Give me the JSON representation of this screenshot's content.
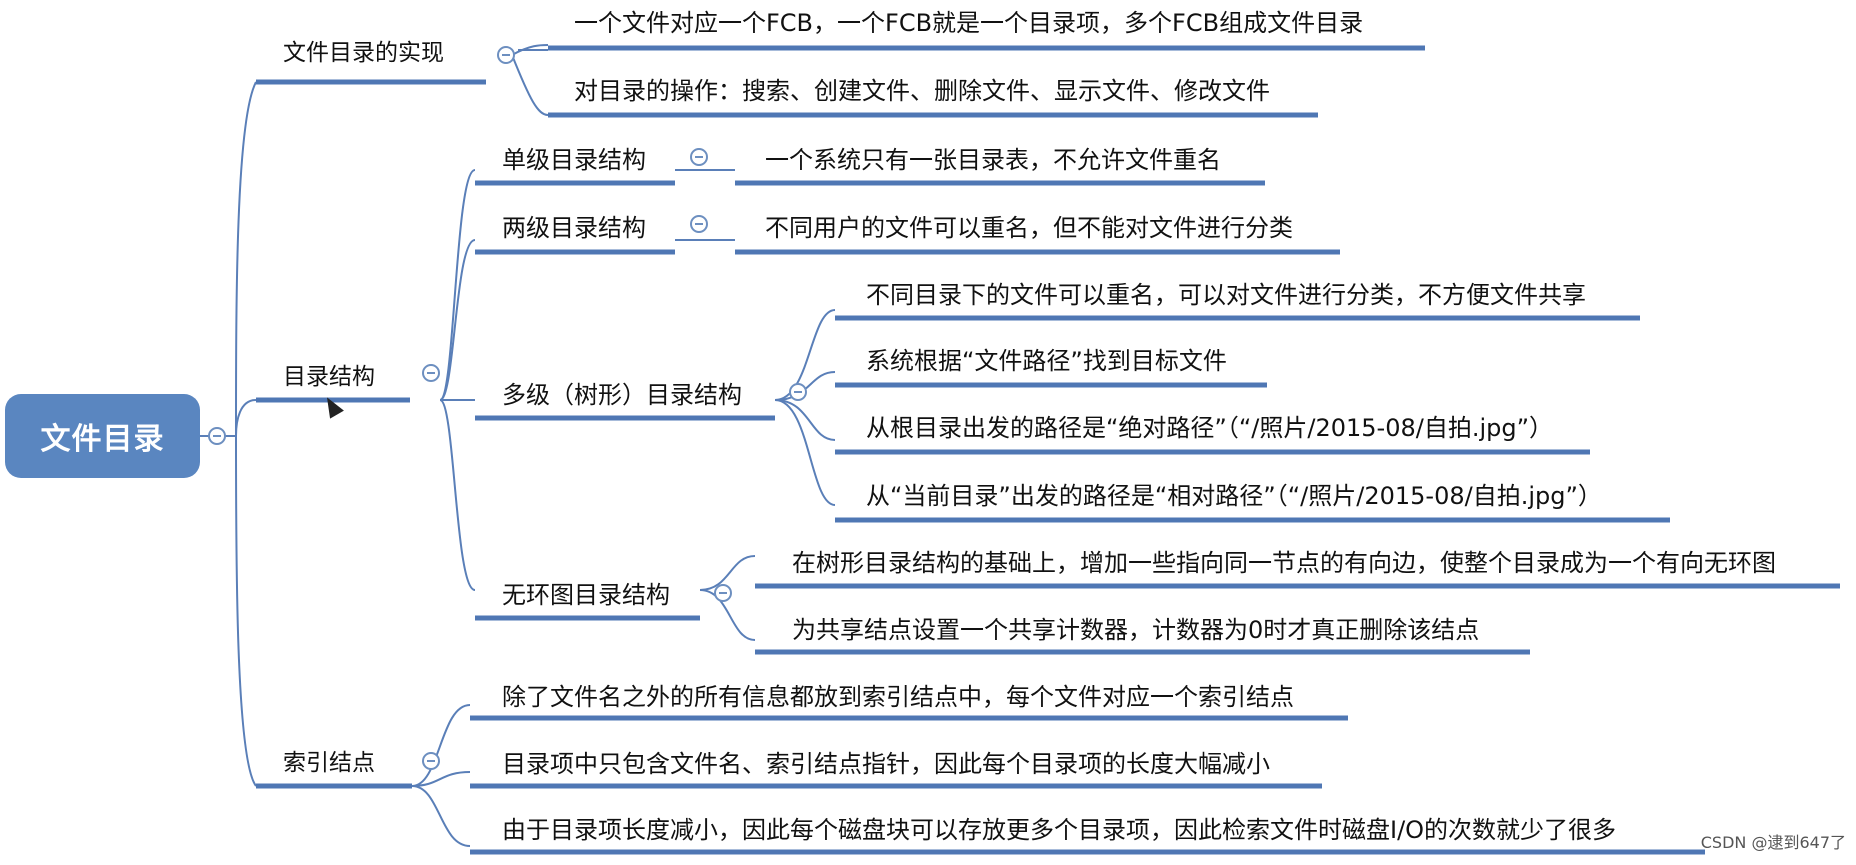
{
  "root": {
    "label": "文件目录"
  },
  "branches": [
    {
      "label": "文件目录的实现",
      "children": [
        "一个文件对应一个FCB，一个FCB就是一个目录项，多个FCB组成文件目录",
        "对目录的操作：搜索、创建文件、删除文件、显示文件、修改文件"
      ]
    },
    {
      "label": "目录结构",
      "children": [
        {
          "label": "单级目录结构",
          "children": [
            "一个系统只有一张目录表，不允许文件重名"
          ]
        },
        {
          "label": "两级目录结构",
          "children": [
            "不同用户的文件可以重名，但不能对文件进行分类"
          ]
        },
        {
          "label": "多级（树形）目录结构",
          "children": [
            "不同目录下的文件可以重名，可以对文件进行分类，不方便文件共享",
            "系统根据“文件路径”找到目标文件",
            "从根目录出发的路径是“绝对路径”（“/照片/2015-08/自拍.jpg”）",
            "从“当前目录”出发的路径是“相对路径”（“/照片/2015-08/自拍.jpg”）"
          ]
        },
        {
          "label": "无环图目录结构",
          "children": [
            "在树形目录结构的基础上，增加一些指向同一节点的有向边，使整个目录成为一个有向无环图",
            "为共享结点设置一个共享计数器，计数器为0时才真正删除该结点"
          ]
        }
      ]
    },
    {
      "label": "索引结点",
      "children": [
        "除了文件名之外的所有信息都放到索引结点中，每个文件对应一个索引结点",
        "目录项中只包含文件名、索引结点指针，因此每个目录项的长度大幅减小",
        "由于目录项长度减小，因此每个磁盘块可以存放更多个目录项，因此检索文件时磁盘I/O的次数就少了很多"
      ]
    }
  ],
  "watermark": "CSDN @逮到647了",
  "colors": {
    "root_fill": "#5a86c0",
    "line": "#5a7fb8",
    "underline": "#4f77b4"
  }
}
